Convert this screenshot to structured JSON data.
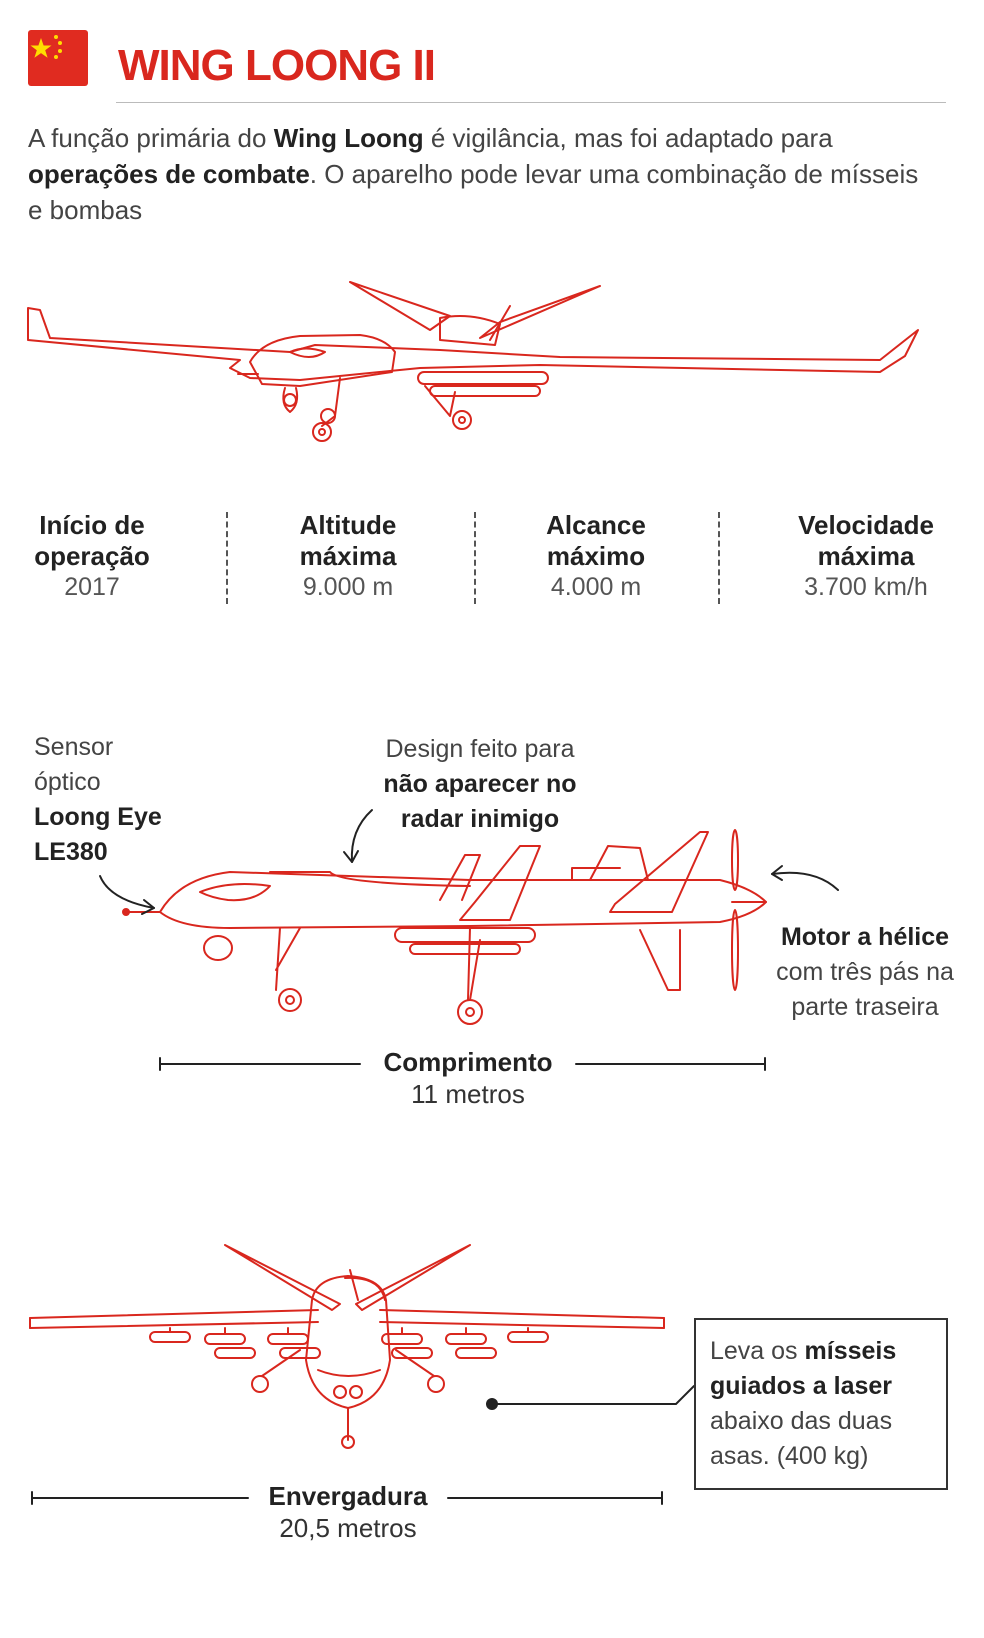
{
  "header": {
    "title": "WING LOONG II",
    "flag_icon": "china-flag-icon"
  },
  "intro": {
    "t1": "A função primária do ",
    "b1": "Wing Loong",
    "t2": " é vigilância, mas foi adaptado para ",
    "b2": "operações de combate",
    "t3": ". O aparelho pode levar uma combinação de mísseis e bombas"
  },
  "stats": [
    {
      "label": "Início de\noperação",
      "value": "2017"
    },
    {
      "label": "Altitude\nmáxima",
      "value": "9.000 m"
    },
    {
      "label": "Alcance\nmáximo",
      "value": "4.000 m"
    },
    {
      "label": "Velocidade\nmáxima",
      "value": "3.700 km/h"
    }
  ],
  "annotations": {
    "sensor_l1": "Sensor",
    "sensor_l2": "óptico",
    "sensor_b1": "Loong Eye",
    "sensor_b2": "LE380",
    "design_t1": "Design feito para",
    "design_b1": "não aparecer no",
    "design_b2": "radar inimigo",
    "motor_b": "Motor a hélice",
    "motor_t1": "com três pás na",
    "motor_t2": "parte traseira"
  },
  "length": {
    "label": "Comprimento",
    "value": "11 metros"
  },
  "span": {
    "label": "Envergadura",
    "value": "20,5 metros"
  },
  "callout": {
    "t1": "Leva os ",
    "b1": "mísseis guiados a laser",
    "t2": " abaixo das duas asas. (400 kg)"
  },
  "colors": {
    "accent": "#d9271e",
    "drawing": "#d9271e",
    "text": "#333333"
  }
}
